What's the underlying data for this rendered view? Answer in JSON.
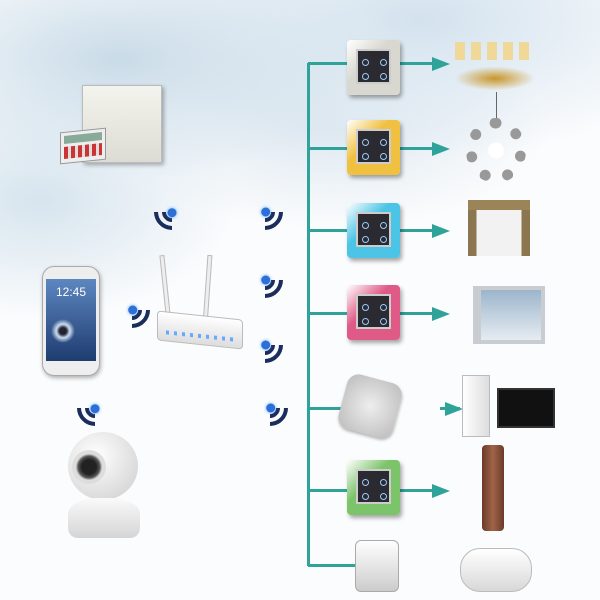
{
  "phone": {
    "time": "12:45"
  },
  "colors": {
    "bus": "#2fa39a",
    "signal": "#1b2d5c",
    "dot": "#2d6fd9"
  },
  "icons": [
    "alarm-panel",
    "router",
    "smartphone",
    "ip-camera",
    "wifi-signal",
    "touch-switch",
    "chandelier",
    "pendant-lamp",
    "curtain",
    "window",
    "air-conditioner",
    "tv",
    "door-lock",
    "water-heater",
    "smart-plug",
    "socket"
  ]
}
